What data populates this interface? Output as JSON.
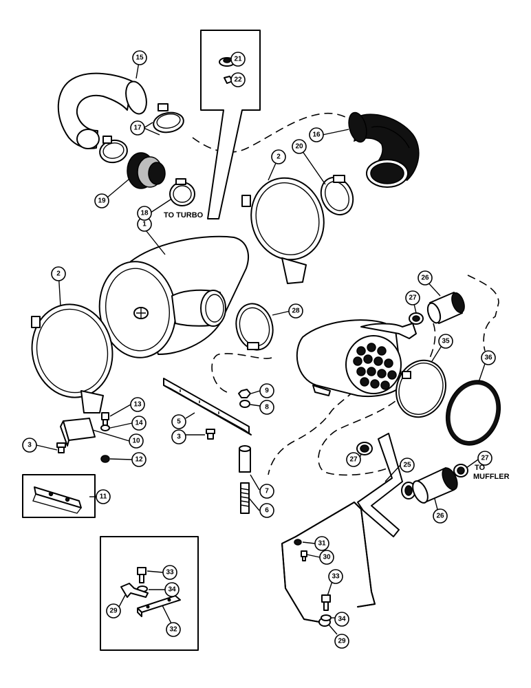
{
  "callouts": {
    "c1": "1",
    "c2a": "2",
    "c2b": "2",
    "c3a": "3",
    "c3b": "3",
    "c5": "5",
    "c6": "6",
    "c7": "7",
    "c8": "8",
    "c9": "9",
    "c10": "10",
    "c11": "11",
    "c12": "12",
    "c13": "13",
    "c14": "14",
    "c15": "15",
    "c16": "16",
    "c17": "17",
    "c18": "18",
    "c19": "19",
    "c20": "20",
    "c21": "21",
    "c22": "22",
    "c25": "25",
    "c26a": "26",
    "c26b": "26",
    "c27a": "27",
    "c27b": "27",
    "c27c": "27",
    "c28": "28",
    "c29a": "29",
    "c29b": "29",
    "c30": "30",
    "c31": "31",
    "c32": "32",
    "c33a": "33",
    "c33b": "33",
    "c34a": "34",
    "c34b": "34",
    "c35": "35",
    "c36": "36"
  },
  "labels": {
    "to_turbo": "TO TURBO",
    "to_muffler_1": "TO",
    "to_muffler_2": "MUFFLER"
  }
}
